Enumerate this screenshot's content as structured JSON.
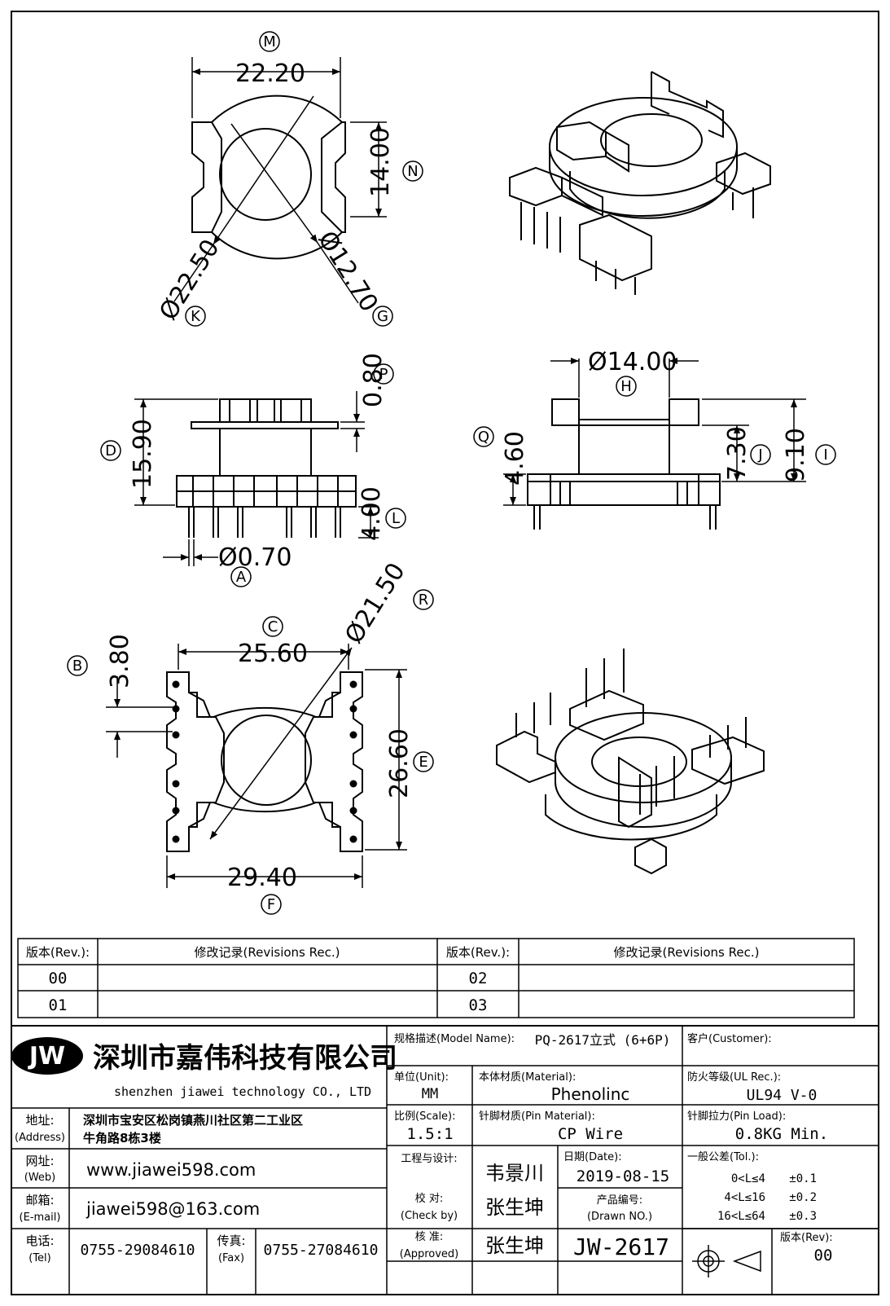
{
  "dimensions": {
    "m": {
      "value": "22.20",
      "label": "M"
    },
    "n": {
      "value": "14.00",
      "label": "N"
    },
    "k": {
      "value": "Ø22.50",
      "label": "K"
    },
    "g": {
      "value": "Ø12.70",
      "label": "G"
    },
    "p": {
      "value": "0.80",
      "label": "P"
    },
    "d": {
      "value": "15.90",
      "label": "D"
    },
    "l": {
      "value": "4.00",
      "label": "L"
    },
    "a": {
      "value": "Ø0.70",
      "label": "A"
    },
    "h": {
      "value": "Ø14.00",
      "label": "H"
    },
    "q": {
      "value": "4.60",
      "label": "Q"
    },
    "j": {
      "value": "7.30",
      "label": "J"
    },
    "i": {
      "value": "9.10",
      "label": "I"
    },
    "c": {
      "value": "25.60",
      "label": "C"
    },
    "r": {
      "value": "Ø21.50",
      "label": "R"
    },
    "b": {
      "value": "3.80",
      "label": "B"
    },
    "e": {
      "value": "26.60",
      "label": "E"
    },
    "f": {
      "value": "29.40",
      "label": "F"
    }
  },
  "revisions": {
    "col_rev": "版本(Rev.):",
    "col_rec": "修改记录(Revisions Rec.)",
    "left_revs": [
      "00",
      "01"
    ],
    "right_revs": [
      "02",
      "03"
    ]
  },
  "company": {
    "logo": "JW",
    "name_cn": "深圳市嘉伟科技有限公司",
    "name_en": "shenzhen  jiawei  technology  CO., LTD",
    "address_label": "地址:",
    "address_label_en": "(Address)",
    "address_line1": "深圳市宝安区松岗镇燕川社区第二工业区",
    "address_line2": "牛角路8栋3楼",
    "web_label": "网址:",
    "web_label_en": "(Web)",
    "web": "www.jiawei598.com",
    "email_label": "邮箱:",
    "email_label_en": "(E-mail)",
    "email": "jiawei598@163.com",
    "tel_label": "电话:",
    "tel_label_en": "(Tel)",
    "tel": "0755-29084610",
    "fax_label": "传真:",
    "fax_label_en": "(Fax)",
    "fax": "0755-27084610"
  },
  "spec": {
    "model_label": "规格描述(Model Name):",
    "model": "PQ-2617立式 (6+6P)",
    "customer_label": "客户(Customer):",
    "unit_label": "单位(Unit):",
    "unit": "MM",
    "material_label": "本体材质(Material):",
    "material": "Phenolinc",
    "ul_label": "防火等级(UL Rec.):",
    "ul": "UL94 V-0",
    "scale_label": "比例(Scale):",
    "scale": "1.5:1",
    "pin_material_label": "针脚材质(Pin Material):",
    "pin_material": "CP Wire",
    "pin_load_label": "针脚拉力(Pin Load):",
    "pin_load": "0.8KG Min.",
    "design_label": "工程与设计:",
    "designer": "韦景川",
    "date_label": "日期(Date):",
    "date": "2019-08-15",
    "tol_label": "一般公差(Tol.):",
    "tol_rows": [
      {
        "range": "0<L≤4",
        "value": "±0.1"
      },
      {
        "range": "4<L≤16",
        "value": "±0.2"
      },
      {
        "range": "16<L≤64",
        "value": "±0.3"
      }
    ],
    "check_label": "校  对:",
    "check_label_en": "(Check by)",
    "checker": "张生坤",
    "drawn_label": "产品编号:",
    "drawn_label_en": "(Drawn NO.)",
    "approve_label": "核  准:",
    "approve_label_en": "(Approved)",
    "approver": "张生坤",
    "drawing_no": "JW-2617",
    "rev_label": "版本(Rev):",
    "rev": "00"
  }
}
